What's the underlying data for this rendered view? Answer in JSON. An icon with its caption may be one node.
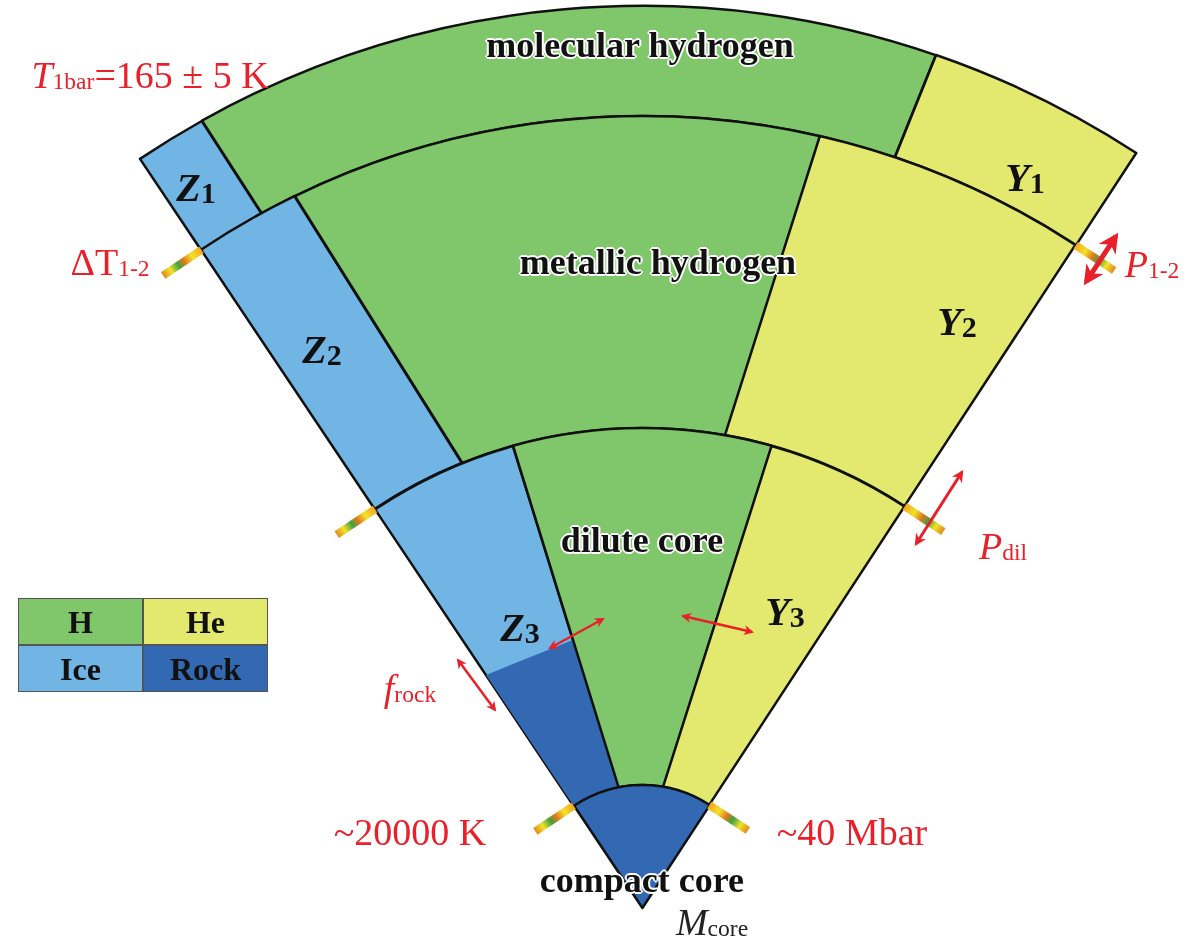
{
  "diagram": {
    "nodes": [
      {
        "text": [
          "*Z*$_{1}$"
        ]
      },
      {
        "text": [
          "molecular hydrogen"
        ]
      },
      {
        "text": [
          "*Y*$_{1}$"
        ]
      },
      {
        "text": [
          "*Z*$_{2}$"
        ]
      },
      {
        "text": [
          "metallic hydrogen"
        ]
      },
      {
        "text": [
          "*Y*$_{2}$"
        ]
      },
      {
        "text": [
          "*Z*$_{3}$"
        ]
      },
      {
        "text": [],
        "shape": "box",
        "in": 6
      },
      {
        "text": [
          "dilute core"
        ]
      },
      {
        "text": [
          "*Y*$_{3}$"
        ]
      },
      {
        "text": [
          "compact core"
        ]
      }
    ],
    "edges": [
      {
        "from": 2,
        "to": 5,
        "arrow": "both",
        "style": "thick"
      },
      {
        "from": 5,
        "to": 9,
        "arrow": "both"
      },
      {
        "from": 6,
        "to": 7,
        "arrow": "both"
      },
      {
        "from": 7,
        "to": 8,
        "arrow": "both"
      },
      {
        "from": 8,
        "to": 9,
        "arrow": "both"
      }
    ],
    "labels": [
      "*T*$_{1bar}$=165 ± 5 K",
      "ΔT$_{1-2}$",
      "*P*$_{1-2}$",
      "*P*$_{dil}$",
      "*f*$_{rock}$",
      "~20000 K",
      "~40 Mbar",
      "*M*$_{core}$"
    ],
    "legend": [
      {
        "text": "H",
        "color": "#80c66a"
      },
      {
        "text": "He",
        "color": "#e3e86f"
      },
      {
        "text": "Ice",
        "color": "#71b5e4"
      },
      {
        "text": "Rock",
        "color": "#3368b3"
      }
    ]
  }
}
